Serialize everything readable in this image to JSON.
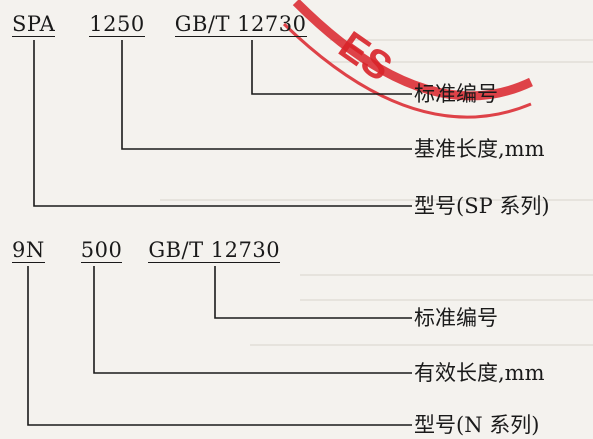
{
  "example_sp": {
    "model": "SPA",
    "length": "1250",
    "standard": "GB/T 12730",
    "label_standard": "标准编号",
    "label_length": "基准长度,mm",
    "label_model": "型号(SP 系列)"
  },
  "example_n": {
    "model": "9N",
    "length": "500",
    "standard": "GB/T 12730",
    "label_standard": "标准编号",
    "label_length": "有效长度,mm",
    "label_model": "型号(N 系列)"
  },
  "stamp": {
    "text": "ES",
    "color": "#d9232a"
  }
}
